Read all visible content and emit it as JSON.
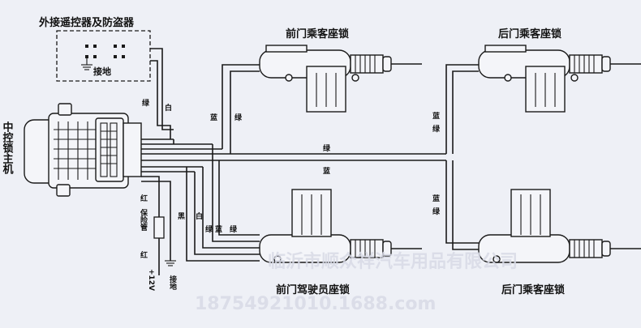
{
  "diagram": {
    "remote_box": {
      "title": "外接遥控器及防盗器",
      "ground_label": "接地"
    },
    "main_unit": {
      "label": "中控锁主机"
    },
    "locks": {
      "front_passenger": "前门乘客座锁",
      "rear_top": "后门乘客座锁",
      "front_driver": "前门驾驶员座锁",
      "rear_bottom": "后门乘客座锁"
    },
    "wire_labels": {
      "green_top": "绿",
      "white_top": "白",
      "green_main": "绿",
      "blue_main": "蓝",
      "blue_left_upper": "蓝",
      "green_left_upper": "绿",
      "blue_right_upper": "蓝",
      "green_right_upper": "绿",
      "blue_right_lower": "蓝",
      "green_right_lower": "绿",
      "black_lower": "黑",
      "white_lower": "白",
      "green_lower": "绿",
      "blue_lower": "蓝",
      "green_lower_2": "绿",
      "red_fuse": "红",
      "red_bottom": "红",
      "fuse": "保险管",
      "plus12v": "+12V",
      "ground": "接地"
    },
    "watermark": {
      "line1": "临沂市顺众祥汽车用品有限公司",
      "line2": "18754921010.1688.com"
    }
  }
}
